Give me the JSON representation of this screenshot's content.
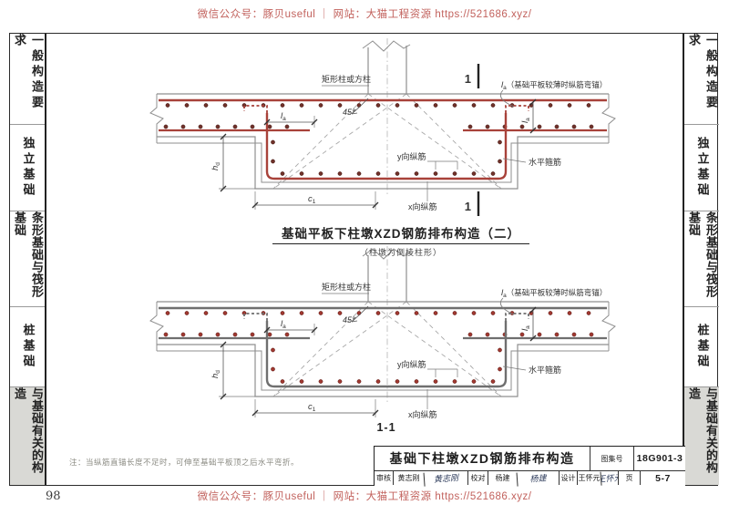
{
  "promo": {
    "text": "微信公众号：豚贝useful ｜ 网站：大猫工程资源 https://521686.xyz/"
  },
  "page_number": "98",
  "sidebar": {
    "items": [
      {
        "label": "一般构造要求",
        "active": false
      },
      {
        "label": "独立基础",
        "active": false
      },
      {
        "label": "条形基础与筏形基础",
        "active": false
      },
      {
        "label": "桩基础",
        "active": false
      },
      {
        "label": "与基础有关的构造",
        "active": true
      }
    ]
  },
  "diagram_labels": {
    "column": "矩形柱或方柱",
    "angle": "45°",
    "anchor_note_rest": "（基础平板较薄时纵筋弯锚）",
    "horizontal_stirrup": "水平箍筋",
    "y_bars": "y向纵筋",
    "x_bars": "x向纵筋",
    "la_main": "l",
    "la_sub": "a",
    "hd_main": "h",
    "hd_sub": "d",
    "c1_main": "c",
    "c1_sub": "1"
  },
  "diagram1": {
    "section_mark": "1",
    "title": "基础平板下柱墩XZD钢筋排布构造（二）",
    "subtitle": "（柱墩为倒棱柱形）"
  },
  "diagram2": {
    "title": "1-1"
  },
  "note": "注：当纵筋直锚长度不足时，可伸至基础平板顶之后水平弯折。",
  "title_block": {
    "drawing_title": "基础下柱墩XZD钢筋排布构造",
    "atlas_no_label": "图集号",
    "atlas_no": "18G901-3",
    "page_label": "页",
    "page_no": "5-7",
    "reviewer_label": "审核",
    "reviewer": "黄志刚",
    "reviewer_sig": "黄志刚",
    "checker_label": "校对",
    "checker": "杨建",
    "checker_sig": "杨建",
    "designer_label": "设计",
    "designer": "王怀元",
    "designer_sig": "王怀元"
  },
  "colors": {
    "rebar_red": "#a8423a",
    "dot_dark_red": "#70312a",
    "dot_red": "#a03830",
    "bar_gray": "#6f6f6f",
    "outline_gray": "#8f8f8f",
    "promo_red": "#c2625d",
    "frame_dark": "#2b2b2b"
  }
}
